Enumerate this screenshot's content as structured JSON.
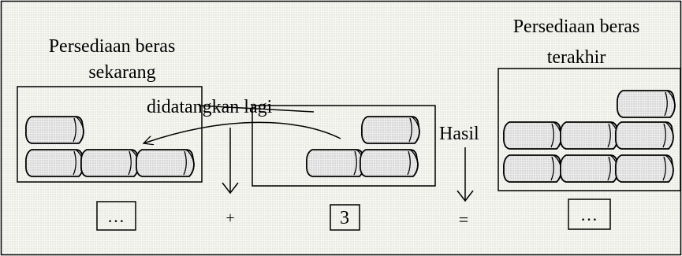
{
  "labels": {
    "current_stock_line1": "Persediaan beras",
    "current_stock_line2": "sekarang",
    "final_stock_line1": "Persediaan beras",
    "final_stock_line2": "terakhir",
    "added_again": "didatangkan lagi",
    "result": "Hasil"
  },
  "equation": {
    "left_box": "…",
    "plus": "+",
    "added_box": "3",
    "equals": "=",
    "result_box": "…"
  },
  "sacks": {
    "current_count": 4,
    "added_count": 3,
    "final_count": 7
  },
  "colors": {
    "background": "#f4f4ee",
    "sack_fill": "#e8e8e8",
    "ink": "#000000"
  }
}
